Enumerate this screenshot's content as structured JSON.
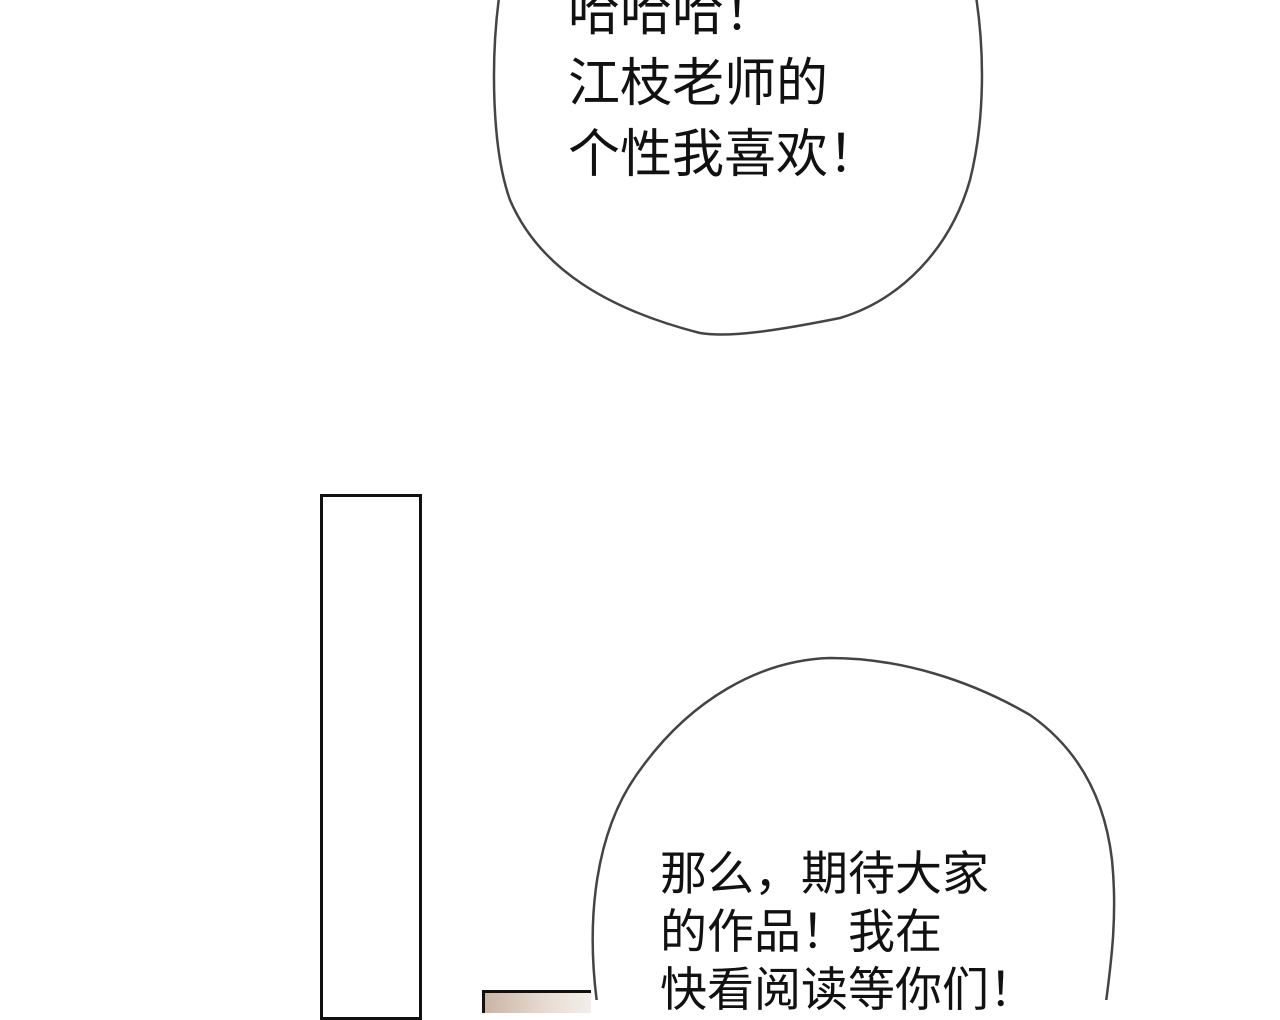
{
  "bubble_top": {
    "lines": [
      "哈哈哈！",
      "江枝老师的",
      "个性我喜欢！"
    ]
  },
  "bubble_bottom": {
    "lines": [
      "那么，期待大家",
      "的作品！我在",
      "快看阅读等你们！"
    ]
  },
  "colors": {
    "outline": "#444444",
    "panel_border": "#111111"
  }
}
